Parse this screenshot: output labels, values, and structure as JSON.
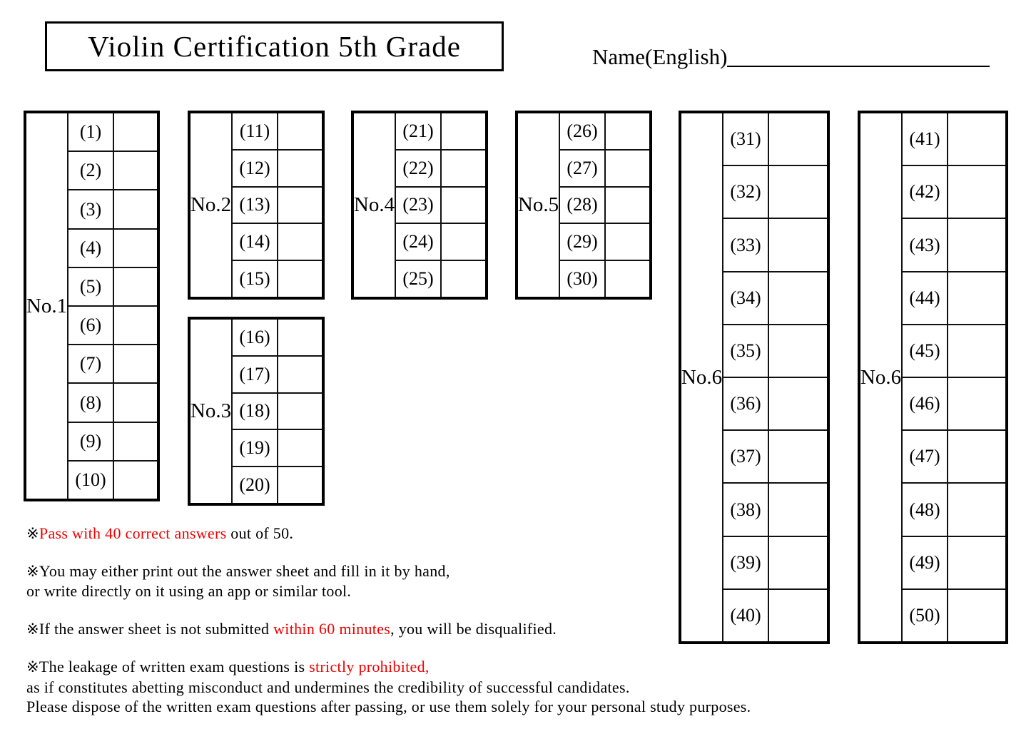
{
  "title": "Violin Certification 5th Grade",
  "name": {
    "label": "Name(English)"
  },
  "tables": [
    {
      "label": "No.1",
      "questions": [
        "(1)",
        "(2)",
        "(3)",
        "(4)",
        "(5)",
        "(6)",
        "(7)",
        "(8)",
        "(9)",
        "(10)"
      ]
    },
    {
      "label": "No.2",
      "questions": [
        "(11)",
        "(12)",
        "(13)",
        "(14)",
        "(15)"
      ]
    },
    {
      "label": "No.3",
      "questions": [
        "(16)",
        "(17)",
        "(18)",
        "(19)",
        "(20)"
      ]
    },
    {
      "label": "No.4",
      "questions": [
        "(21)",
        "(22)",
        "(23)",
        "(24)",
        "(25)"
      ]
    },
    {
      "label": "No.5",
      "questions": [
        "(26)",
        "(27)",
        "(28)",
        "(29)",
        "(30)"
      ]
    },
    {
      "label": "No.6",
      "questions": [
        "(31)",
        "(32)",
        "(33)",
        "(34)",
        "(35)",
        "(36)",
        "(37)",
        "(38)",
        "(39)",
        "(40)"
      ]
    },
    {
      "label": "No.6",
      "questions": [
        "(41)",
        "(42)",
        "(43)",
        "(44)",
        "(45)",
        "(46)",
        "(47)",
        "(48)",
        "(49)",
        "(50)"
      ]
    }
  ],
  "notes": {
    "note1": {
      "marker": "※",
      "red": "Pass with 40 correct answers",
      "post": " out of 50."
    },
    "note2": {
      "marker": "※",
      "line1": "You may either print out the answer sheet and fill in it by hand,",
      "line2": "or write directly on it using an app or similar tool."
    },
    "note3": {
      "marker": "※",
      "pre": "If the answer sheet is not submitted ",
      "red": "within 60 minutes",
      "post": ", you will be disqualified."
    },
    "note4": {
      "marker": "※",
      "pre": "The leakage of written exam questions is ",
      "red": "strictly prohibited,",
      "line2": "as if constitutes abetting misconduct and undermines the credibility of successful candidates.",
      "line3": "Please dispose of the written exam questions after passing, or use them solely for your personal study purposes."
    }
  },
  "colors": {
    "accent_red": "#ef0000",
    "ink": "#000000"
  }
}
